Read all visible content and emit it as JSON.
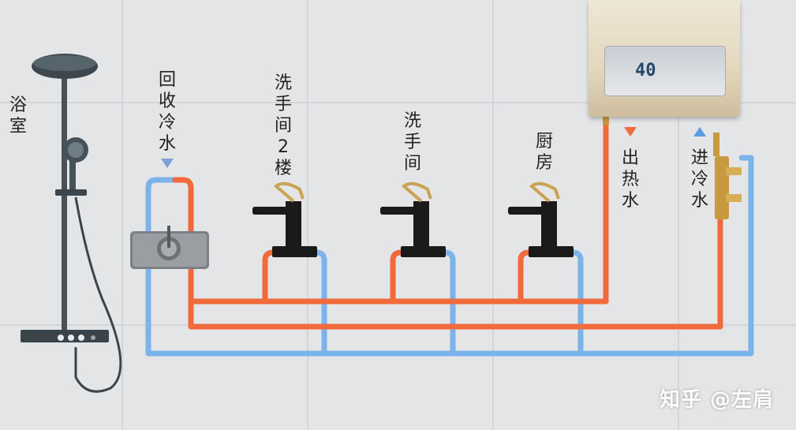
{
  "labels": {
    "bathroom": "浴室",
    "cold_return": "回收冷水",
    "washroom_2f": "洗手间2楼",
    "washroom": "洗手间",
    "kitchen": "厨房",
    "hot_out": "出热水",
    "cold_in": "进冷水"
  },
  "heater": {
    "display": "40"
  },
  "watermark": "知乎 @左肩",
  "colors": {
    "hot": "#f06a3b",
    "cold": "#7cb3ea",
    "tile": "#e4e5e7",
    "arrow_hot": "#f06a3b",
    "arrow_cold": "#5b9de3"
  }
}
